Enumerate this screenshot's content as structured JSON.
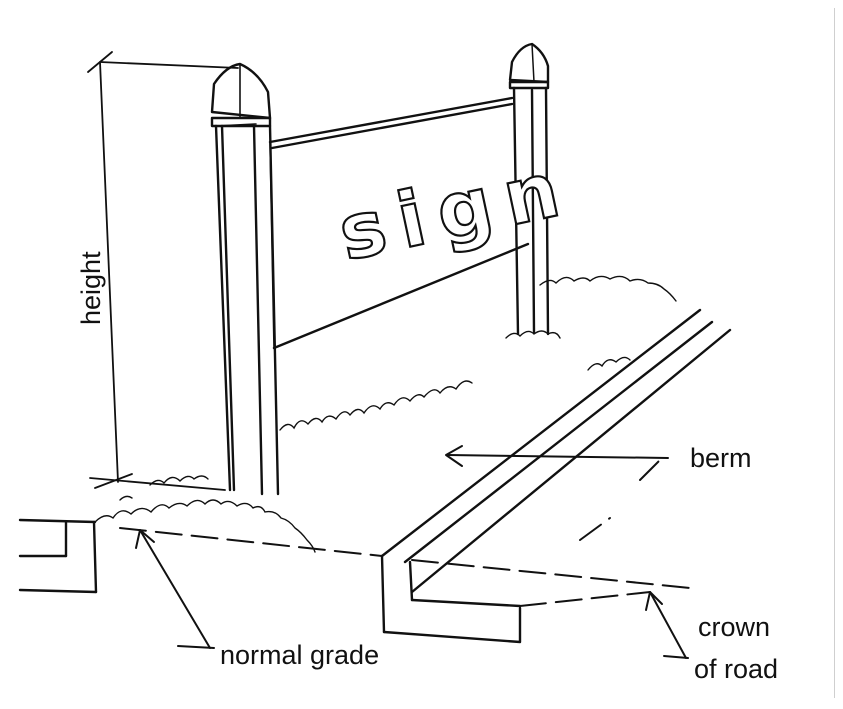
{
  "sign_text": "sign",
  "labels": {
    "height": "height",
    "berm": "berm",
    "normal_grade": "normal grade",
    "crown_line1": "crown",
    "crown_line2": "of road"
  }
}
